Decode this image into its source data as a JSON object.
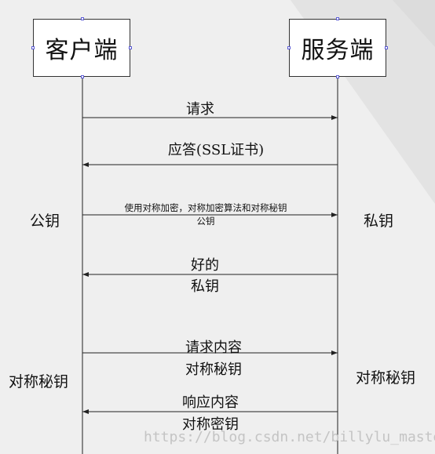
{
  "nodes": {
    "client": "客户端",
    "server": "服务端"
  },
  "messages": [
    {
      "line1": "请求",
      "line2": "",
      "direction": "right"
    },
    {
      "line1": "应答(SSL证书)",
      "line2": "",
      "direction": "left"
    },
    {
      "line1": "使用对称加密，对称加密算法和对称秘钥",
      "line2": "公钥",
      "direction": "right"
    },
    {
      "line1": "好的",
      "line2": "私钥",
      "direction": "left"
    },
    {
      "line1": "请求内容",
      "line2": "对称秘钥",
      "direction": "right"
    },
    {
      "line1": "响应内容",
      "line2": "对称密钥",
      "direction": "left"
    }
  ],
  "side_labels": {
    "client_key_1": "公钥",
    "server_key_1": "私钥",
    "client_key_2": "对称秘钥",
    "server_key_2": "对称秘钥"
  },
  "watermark": "https://blog.csdn.net/billylu_master"
}
